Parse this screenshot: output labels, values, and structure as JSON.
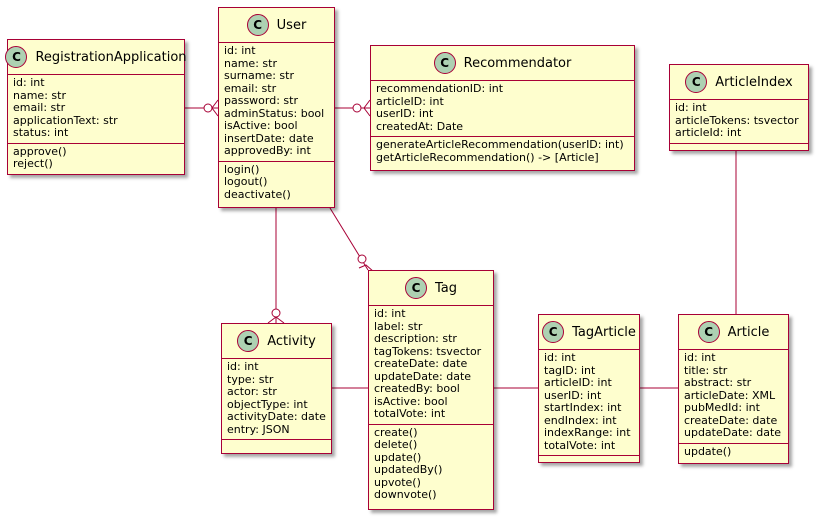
{
  "classes": {
    "registration": {
      "name": "RegistrationApplication",
      "badge": "C",
      "attributes": [
        "id: int",
        "name: str",
        "email: str",
        "applicationText: str",
        "status: int"
      ],
      "methods": [
        "approve()",
        "reject()"
      ]
    },
    "user": {
      "name": "User",
      "badge": "C",
      "attributes": [
        "id: int",
        "name: str",
        "surname: str",
        "email: str",
        "password: str",
        "adminStatus: bool",
        "isActive: bool",
        "insertDate: date",
        "approvedBy: int"
      ],
      "methods": [
        "login()",
        "logout()",
        "deactivate()"
      ]
    },
    "recommendator": {
      "name": "Recommendator",
      "badge": "C",
      "attributes": [
        "recommendationID: int",
        "articleID: int",
        "userID: int",
        "createdAt: Date"
      ],
      "methods": [
        "generateArticleRecommendation(userID: int)",
        "getArticleRecommendation() -> [Article]"
      ]
    },
    "articleindex": {
      "name": "ArticleIndex",
      "badge": "C",
      "attributes": [
        "id: int",
        "articleTokens: tsvector",
        "articleId: int"
      ],
      "methods": []
    },
    "activity": {
      "name": "Activity",
      "badge": "C",
      "attributes": [
        "id: int",
        "type: str",
        "actor: str",
        "objectType: int",
        "activityDate: date",
        "entry: JSON"
      ],
      "methods": []
    },
    "tag": {
      "name": "Tag",
      "badge": "C",
      "attributes": [
        "id: int",
        "label: str",
        "description: str",
        "tagTokens: tsvector",
        "createDate: date",
        "updateDate: date",
        "createdBy: bool",
        "isActive: bool",
        "totalVote: int"
      ],
      "methods": [
        "create()",
        "delete()",
        "update()",
        "updatedBy()",
        "upvote()",
        "downvote()"
      ]
    },
    "tagarticle": {
      "name": "TagArticle",
      "badge": "C",
      "attributes": [
        "id: int",
        "tagID: int",
        "articleID: int",
        "userID: int",
        "startIndex: int",
        "endIndex: int",
        "indexRange: int",
        "totalVote: int"
      ],
      "methods": []
    },
    "article": {
      "name": "Article",
      "badge": "C",
      "attributes": [
        "id: int",
        "title: str",
        "abstract: str",
        "articleDate: XML",
        "pubMedId: int",
        "createDate: date",
        "updateDate: date"
      ],
      "methods": [
        "update()"
      ]
    }
  },
  "colors": {
    "fill": "#FEFECE",
    "border": "#A80036",
    "badge": "#ADD1B2"
  }
}
